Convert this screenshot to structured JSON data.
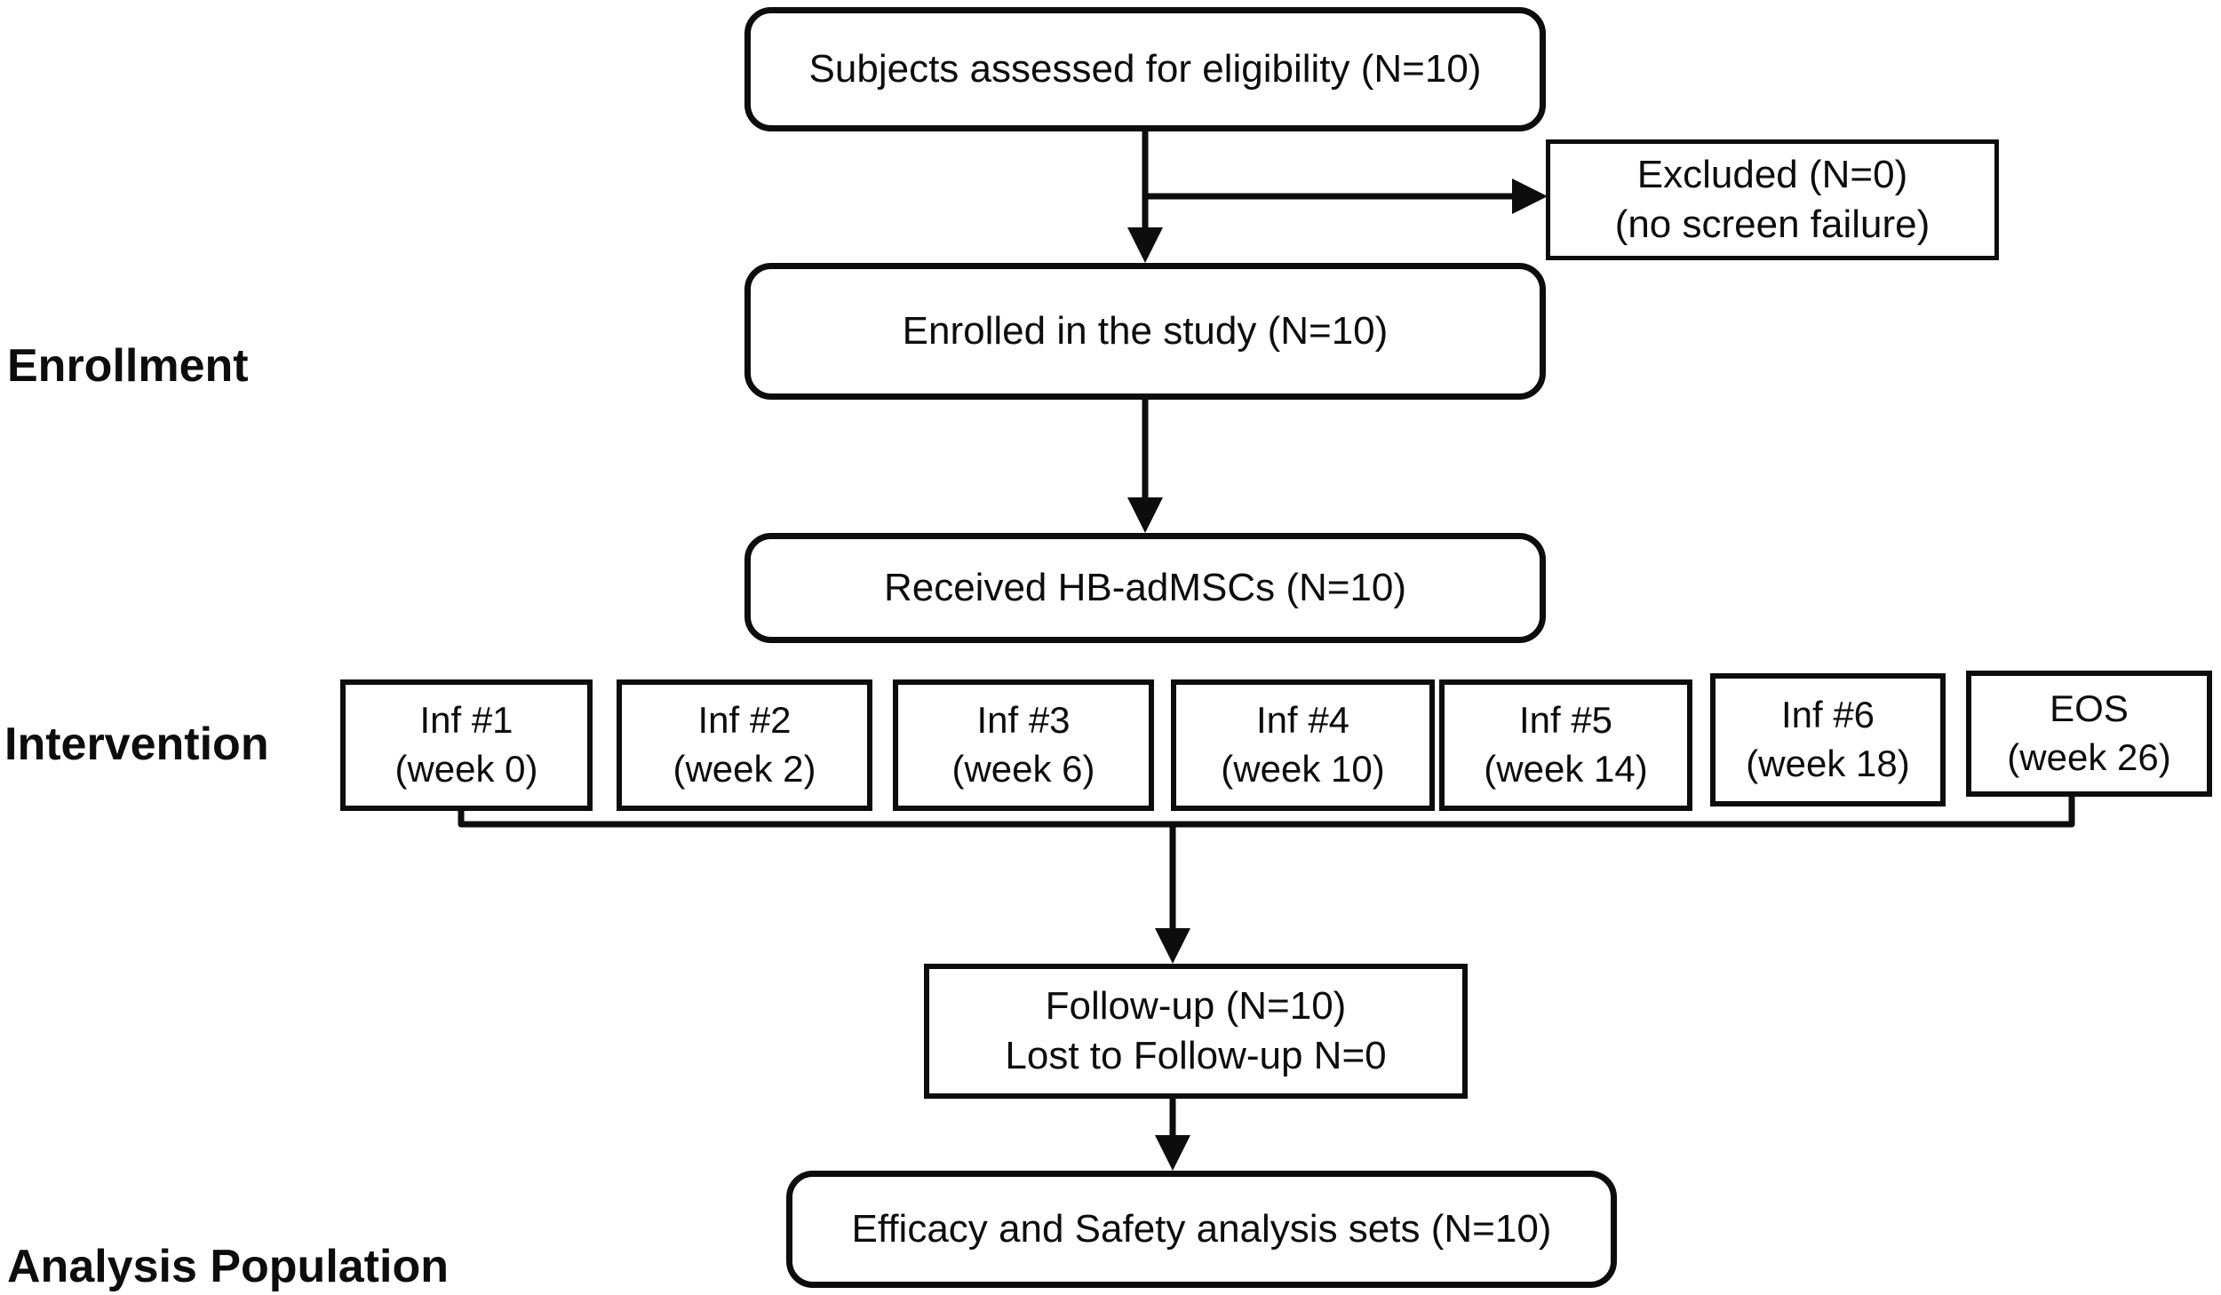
{
  "diagram": {
    "title_semantic": "CONSORT-style subject disposition flow diagram",
    "colors": {
      "line": "#0d0d0d",
      "text": "#0d0d0d",
      "background": "#ffffff"
    },
    "stages": [
      {
        "label": "Enrollment"
      },
      {
        "label": "Intervention"
      },
      {
        "label": "Analysis Population"
      }
    ],
    "nodes": {
      "eligibility": {
        "text": "Subjects assessed for eligibility  (N=10)"
      },
      "excluded": {
        "line1": "Excluded (N=0)",
        "line2": "(no screen failure)"
      },
      "enrolled": {
        "text": "Enrolled in the study (N=10)"
      },
      "received": {
        "text": "Received HB-adMSCs (N=10)"
      },
      "infusions": [
        {
          "line1": "Inf #1",
          "line2": "(week 0)"
        },
        {
          "line1": "Inf #2",
          "line2": "(week 2)"
        },
        {
          "line1": "Inf #3",
          "line2": "(week 6)"
        },
        {
          "line1": "Inf #4",
          "line2": "(week 10)"
        },
        {
          "line1": "Inf #5",
          "line2": "(week 14)"
        },
        {
          "line1": "Inf #6",
          "line2": "(week 18)"
        },
        {
          "line1": "EOS",
          "line2": "(week 26)"
        }
      ],
      "followup": {
        "line1": "Follow-up  (N=10)",
        "line2": "Lost to Follow-up N=0"
      },
      "analysis": {
        "text": "Efficacy and Safety analysis sets (N=10)"
      }
    }
  }
}
